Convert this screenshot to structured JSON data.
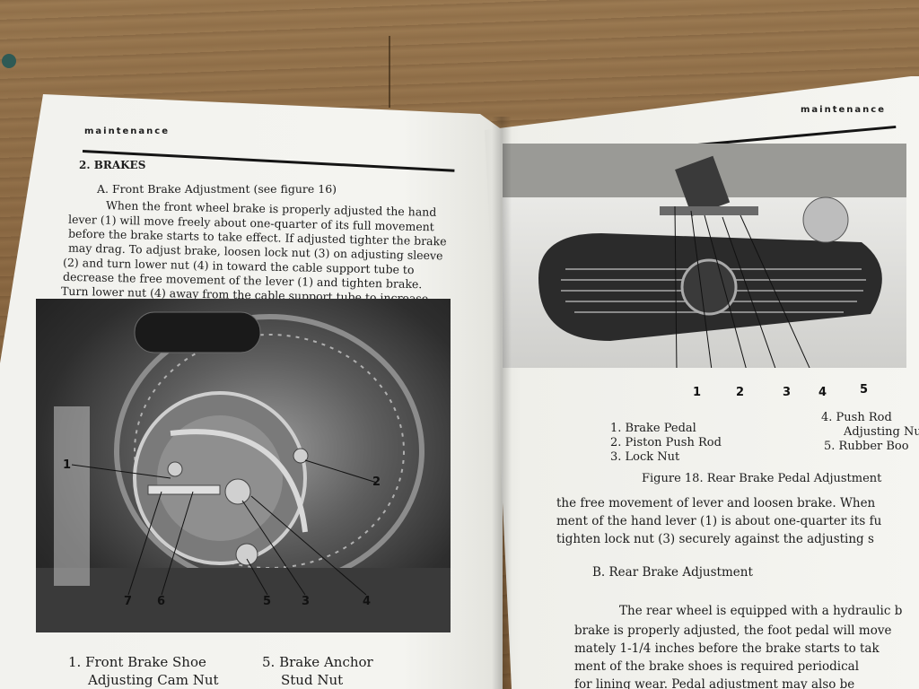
{
  "left_page": {
    "header": "maintenance",
    "section": "2. BRAKES",
    "subsection": "A. Front Brake Adjustment (see figure 16)",
    "paragraph": [
      "When the front wheel brake is properly adjusted the hand",
      "lever (1) will move freely about one-quarter of its full movement",
      "before the brake starts to take effect. If adjusted tighter the brake",
      "may drag. To adjust brake, loosen lock nut (3) on adjusting sleeve",
      "(2) and turn lower nut (4) in toward the cable support tube to",
      "decrease the free movement of the lever (1) and tighten brake.",
      "Turn lower nut (4) away from the cable support tube to increase"
    ],
    "photo_callouts": [
      "1",
      "2",
      "7",
      "6",
      "5",
      "3",
      "4"
    ],
    "captions": {
      "c1a": "1. Front Brake Shoe",
      "c1b": "Adjusting Cam Nut",
      "c5a": "5. Brake Anchor",
      "c5b": "Stud Nut"
    }
  },
  "right_page": {
    "header": "maintenance",
    "photo_callouts": [
      "1",
      "2",
      "3",
      "4",
      "5"
    ],
    "legend": {
      "l1": "1. Brake Pedal",
      "l2": "2. Piston Push Rod",
      "l3": "3. Lock Nut",
      "l4a": "4. Push Rod",
      "l4b": "Adjusting Nu",
      "l5": "5. Rubber Boo"
    },
    "figure_caption": "Figure 18. Rear Brake Pedal Adjustment",
    "paragraph1": [
      "the free movement of lever and loosen brake. When",
      "ment of the hand lever (1) is about one-quarter its fu",
      "tighten lock nut (3) securely against the adjusting s"
    ],
    "subsection": "B. Rear Brake Adjustment",
    "paragraph2": [
      "The rear wheel is equipped with a hydraulic b",
      "brake is properly adjusted, the foot pedal will move",
      "mately 1-1/4 inches before the brake starts to tak",
      "ment of the brake shoes is required periodical",
      "for lining wear. Pedal adjustment may also be"
    ]
  }
}
